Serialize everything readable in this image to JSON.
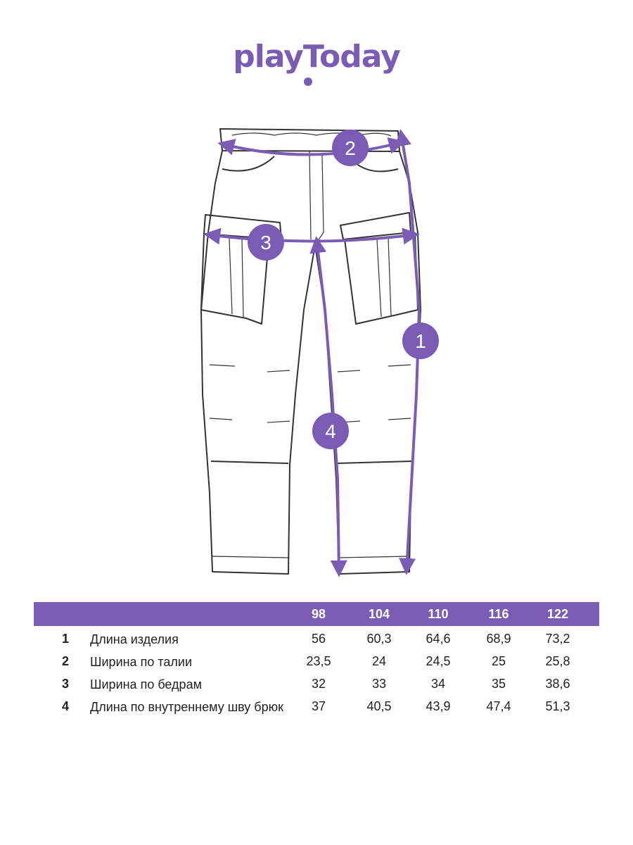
{
  "brand": {
    "logo_text": "playToday",
    "accent_color": "#7b5cb4"
  },
  "diagram": {
    "markers": [
      "1",
      "2",
      "3",
      "4"
    ]
  },
  "table": {
    "sizes": [
      "98",
      "104",
      "110",
      "116",
      "122"
    ],
    "rows": [
      {
        "num": "1",
        "name": "Длина изделия",
        "values": [
          "56",
          "60,3",
          "64,6",
          "68,9",
          "73,2"
        ]
      },
      {
        "num": "2",
        "name": "Ширина по талии",
        "values": [
          "23,5",
          "24",
          "24,5",
          "25",
          "25,8"
        ]
      },
      {
        "num": "3",
        "name": "Ширина по бедрам",
        "values": [
          "32",
          "33",
          "34",
          "35",
          "38,6"
        ]
      },
      {
        "num": "4",
        "name": "Длина по внутреннему шву брюк",
        "values": [
          "37",
          "40,5",
          "43,9",
          "47,4",
          "51,3"
        ]
      }
    ]
  }
}
